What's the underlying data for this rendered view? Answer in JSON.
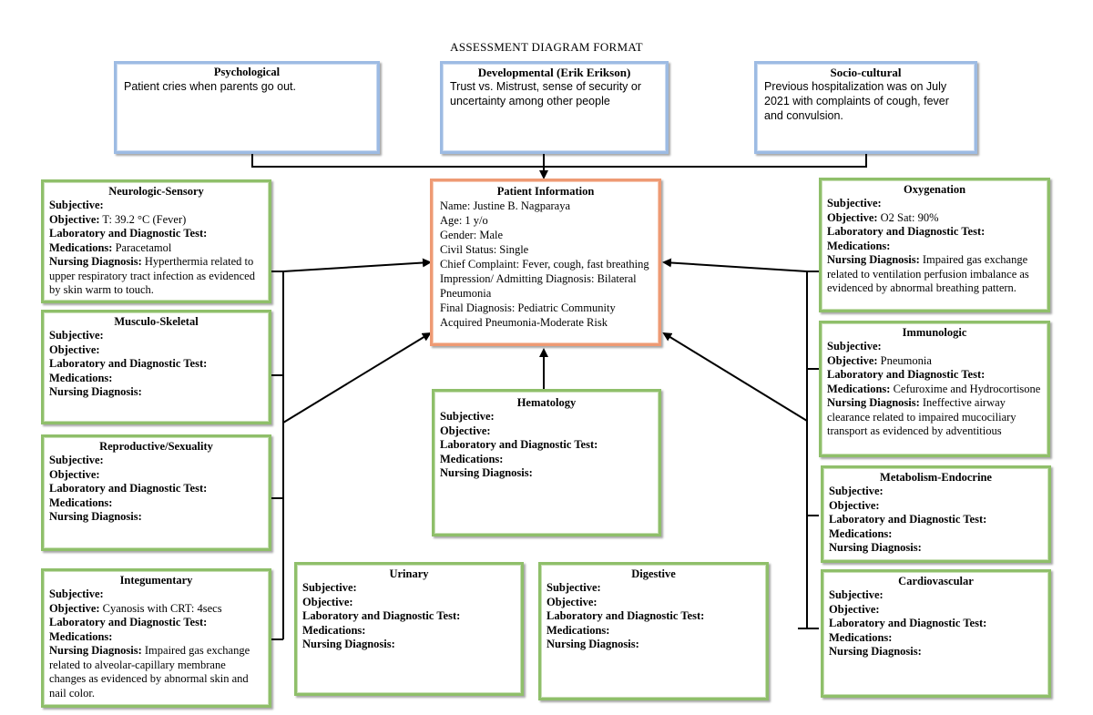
{
  "title": "ASSESSMENT DIAGRAM FORMAT",
  "top_boxes": {
    "psychological": {
      "heading": "Psychological",
      "text": "Patient cries when parents go out."
    },
    "developmental": {
      "heading": "Developmental (Erik Erikson)",
      "text": "Trust vs. Mistrust, sense of security or uncertainty among other people"
    },
    "sociocultural": {
      "heading": "Socio-cultural",
      "text": "Previous hospitalization was on July 2021 with complaints of cough, fever and convulsion."
    }
  },
  "patient": {
    "heading": "Patient Information",
    "lines": [
      "Name: Justine B. Nagparaya",
      "Age: 1 y/o",
      "Gender: Male",
      "Civil Status: Single",
      "Chief Complaint: Fever, cough, fast breathing",
      "Impression/ Admitting Diagnosis: Bilateral Pneumonia",
      "Final Diagnosis: Pediatric Community Acquired Pneumonia-Moderate Risk"
    ]
  },
  "systems": {
    "neurologic": {
      "heading": "Neurologic-Sensory",
      "subjective": "Subjective:",
      "subjective_val": "",
      "objective": "Objective:",
      "objective_val": " T: 39.2 °C (Fever)",
      "lab": "Laboratory and Diagnostic Test:",
      "lab_val": "",
      "meds": "Medications:",
      "meds_val": " Paracetamol",
      "nd": "Nursing Diagnosis:",
      "nd_val": " Hyperthermia related to upper respiratory tract infection as evidenced by skin warm to touch."
    },
    "musculo": {
      "heading": "Musculo-Skeletal",
      "subjective": "Subjective:",
      "subjective_val": "",
      "objective": "Objective:",
      "objective_val": "",
      "lab": "Laboratory and Diagnostic Test:",
      "lab_val": "",
      "meds": "Medications:",
      "meds_val": "",
      "nd": "Nursing Diagnosis:",
      "nd_val": ""
    },
    "reproductive": {
      "heading": "Reproductive/Sexuality",
      "subjective": "Subjective:",
      "subjective_val": "",
      "objective": "Objective:",
      "objective_val": "",
      "lab": "Laboratory and Diagnostic Test:",
      "lab_val": "",
      "meds": "Medications:",
      "meds_val": "",
      "nd": "Nursing Diagnosis:",
      "nd_val": ""
    },
    "integumentary": {
      "heading": "Integumentary",
      "subjective": "Subjective:",
      "subjective_val": "",
      "objective": "Objective:",
      "objective_val": " Cyanosis with CRT: 4secs",
      "lab": "Laboratory and Diagnostic Test:",
      "lab_val": "",
      "meds": "Medications:",
      "meds_val": "",
      "nd": "Nursing Diagnosis:",
      "nd_val": " Impaired gas exchange related to alveolar-capillary membrane changes as evidenced by abnormal skin and nail color."
    },
    "hematology": {
      "heading": "Hematology",
      "subjective": "Subjective:",
      "subjective_val": "",
      "objective": "Objective:",
      "objective_val": "",
      "lab": "Laboratory and Diagnostic Test:",
      "lab_val": "",
      "meds": "Medications:",
      "meds_val": "",
      "nd": "Nursing Diagnosis:",
      "nd_val": ""
    },
    "urinary": {
      "heading": "Urinary",
      "subjective": "Subjective:",
      "subjective_val": "",
      "objective": "Objective:",
      "objective_val": "",
      "lab": "Laboratory and Diagnostic Test:",
      "lab_val": "",
      "meds": "Medications:",
      "meds_val": "",
      "nd": "Nursing Diagnosis:",
      "nd_val": ""
    },
    "digestive": {
      "heading": "Digestive",
      "subjective": "Subjective:",
      "subjective_val": "",
      "objective": "Objective:",
      "objective_val": "",
      "lab": "Laboratory and Diagnostic Test:",
      "lab_val": "",
      "meds": "Medications:",
      "meds_val": "",
      "nd": "Nursing Diagnosis:",
      "nd_val": ""
    },
    "oxygenation": {
      "heading": "Oxygenation",
      "subjective": "Subjective:",
      "subjective_val": "",
      "objective": "Objective:",
      "objective_val": " O2 Sat: 90%",
      "lab": "Laboratory and Diagnostic Test:",
      "lab_val": "",
      "meds": "Medications:",
      "meds_val": "",
      "nd": "Nursing Diagnosis:",
      "nd_val": " Impaired gas exchange related to ventilation perfusion imbalance as evidenced by abnormal breathing pattern."
    },
    "immunologic": {
      "heading": "Immunologic",
      "subjective": "Subjective:",
      "subjective_val": "",
      "objective": "Objective:",
      "objective_val": " Pneumonia",
      "lab": "Laboratory and Diagnostic Test:",
      "lab_val": "",
      "meds": "Medications:",
      "meds_val": " Cefuroxime and Hydrocortisone",
      "nd": "Nursing Diagnosis:",
      "nd_val": " Ineffective airway clearance related to impaired mucociliary transport as evidenced by adventitious"
    },
    "metabolism": {
      "heading": "Metabolism-Endocrine",
      "subjective": "Subjective:",
      "subjective_val": "",
      "objective": "Objective:",
      "objective_val": "",
      "lab": "Laboratory and Diagnostic Test:",
      "lab_val": "",
      "meds": "Medications:",
      "meds_val": "",
      "nd": "Nursing Diagnosis:",
      "nd_val": ""
    },
    "cardiovascular": {
      "heading": "Cardiovascular",
      "subjective": "Subjective:",
      "subjective_val": "",
      "objective": "Objective:",
      "objective_val": "",
      "lab": "Laboratory and Diagnostic Test:",
      "lab_val": "",
      "meds": "Medications:",
      "meds_val": "",
      "nd": "Nursing Diagnosis:",
      "nd_val": ""
    }
  },
  "colors": {
    "blue_border": "#9dbbe3",
    "green_border": "#8fbf6a",
    "orange_border": "#ee9a74",
    "line": "#000000"
  }
}
